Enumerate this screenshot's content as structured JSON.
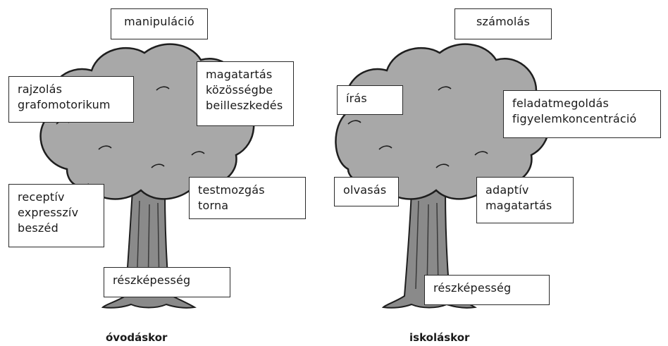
{
  "left_tree": {
    "caption": "óvodáskor",
    "labels": {
      "top": "manipuláció",
      "upper_left": "rajzolás\ngrafomotorikum",
      "upper_right": "magatartás\nközösségbe\nbeilleszkedés",
      "lower_left": "receptív\nexpresszív\nbeszéd",
      "lower_right": "testmozgás\ntorna",
      "roots": "részképesség"
    }
  },
  "right_tree": {
    "caption": "iskoláskor",
    "labels": {
      "top": "számolás",
      "upper_left": "írás",
      "upper_right": "feladatmegoldás\nfigyelemkoncentráció",
      "lower_left": "olvasás",
      "lower_right": "adaptív\nmagatartás",
      "roots": "részképesség"
    }
  },
  "colors": {
    "foliage": "#a6a6a6",
    "trunk": "#8c8c8c",
    "outline": "#1e1e1e"
  }
}
